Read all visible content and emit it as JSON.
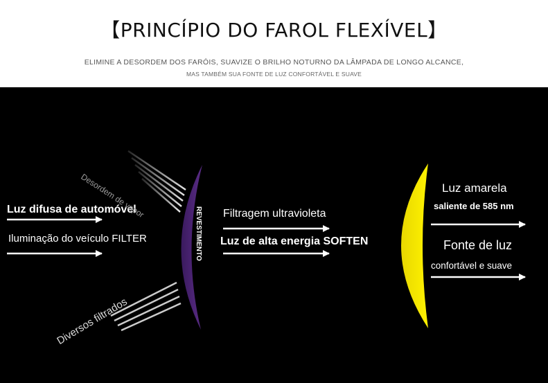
{
  "header": {
    "title": "【PRINCÍPIO DO FAROL FLEXÍVEL】",
    "subtitle_line1": "ELIMINE A DESORDEM DOS FARÓIS, SUAVIZE O BRILHO NOTURNO DA LÂMPADA DE LONGO ALCANCE,",
    "subtitle_line2": "MAS TAMBÉM SUA FONTE DE LUZ CONFORTÁVEL E SUAVE"
  },
  "diagram": {
    "input_label_1": "Luz difusa de automóvel",
    "input_label_2": "Iluminação do veículo FILTER",
    "reflected_label": "Desordem de vapor",
    "filtered_label": "Diversos filtrados",
    "coating_label": "REVESTIMENTO",
    "middle_label_1": "Filtragem ultravioleta",
    "middle_label_2": "Luz de alta energia SOFTEN",
    "output_label_1_line1": "Luz amarela",
    "output_label_1_line2": "saliente de 585 nm",
    "output_label_2_line1": "Fonte de luz",
    "output_label_2_line2": "confortável e suave",
    "colors": {
      "coating_lens": "#4a2470",
      "yellow_lens": "#f2e600",
      "background": "#000000"
    }
  }
}
